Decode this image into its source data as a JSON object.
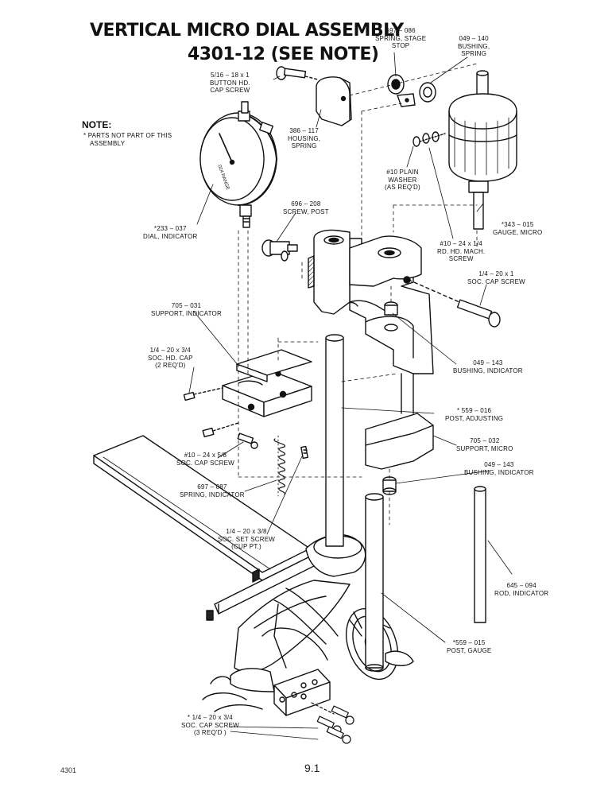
{
  "title": {
    "line1": "VERTICAL MICRO DIAL ASSEMBLY",
    "line2": "4301-12 (SEE NOTE)"
  },
  "note": {
    "heading": "NOTE:",
    "lines": [
      "* PARTS NOT PART OF THIS",
      "ASSEMBLY"
    ]
  },
  "parts": {
    "spring_stage_stop": [
      "697 – 086",
      "SPRING, STAGE",
      "STOP"
    ],
    "bushing_spring": [
      "049 – 140",
      "BUSHING,",
      "SPRING"
    ],
    "button_cap_screw": [
      "5/16 – 18 x 1",
      "BUTTON HD.",
      "CAP SCREW"
    ],
    "housing_spring": [
      "386 – 117",
      "HOUSING,",
      "SPRING"
    ],
    "plain_washer": [
      "#10 PLAIN",
      "WASHER",
      "(AS REQ'D)"
    ],
    "screw_post": [
      "696 – 208",
      "SCREW, POST"
    ],
    "dial_indicator": [
      "*233 – 037",
      "DIAL, INDICATOR"
    ],
    "gauge_micro": [
      "*343 – 015",
      "GAUGE, MICRO"
    ],
    "rd_hd_mach_screw": [
      "#10 – 24 x 1/4",
      "RD. HD. MACH.",
      "SCREW"
    ],
    "soc_cap_screw_1": [
      "1/4 – 20 x 1",
      "SOC. CAP SCREW"
    ],
    "support_indicator": [
      "705 – 031",
      "SUPPORT, INDICATOR"
    ],
    "soc_hd_cap": [
      "1/4 – 20 x 3/4",
      "SOC. HD. CAP",
      "(2 REQ'D)"
    ],
    "bushing_indicator_1": [
      "049 – 143",
      "BUSHING, INDICATOR"
    ],
    "post_adjusting": [
      "* 559 – 016",
      "POST, ADJUSTING"
    ],
    "support_micro": [
      "705 – 032",
      "SUPPORT, MICRO"
    ],
    "soc_cap_screw_58": [
      "#10 – 24 x 5/8",
      "SOC. CAP SCREW"
    ],
    "bushing_indicator_2": [
      "049 – 143",
      "BUSHING, INDICATOR"
    ],
    "spring_indicator": [
      "697 – 087",
      "SPRING, INDICATOR"
    ],
    "set_screw": [
      "1/4 – 20 x 3/8",
      "SOC. SET SCREW",
      "(CUP PT.)"
    ],
    "rod_indicator": [
      "645 – 094",
      "ROD, INDICATOR"
    ],
    "post_gauge": [
      "*559 – 015",
      "POST, GAUGE"
    ],
    "soc_cap_screw_3": [
      "* 1/4 – 20 x 3/4",
      "SOC. CAP SCREW",
      "(3 REQ'D )"
    ]
  },
  "dial_face_text": ".024 RANGE",
  "footer": {
    "code": "4301",
    "page": "9.1"
  }
}
